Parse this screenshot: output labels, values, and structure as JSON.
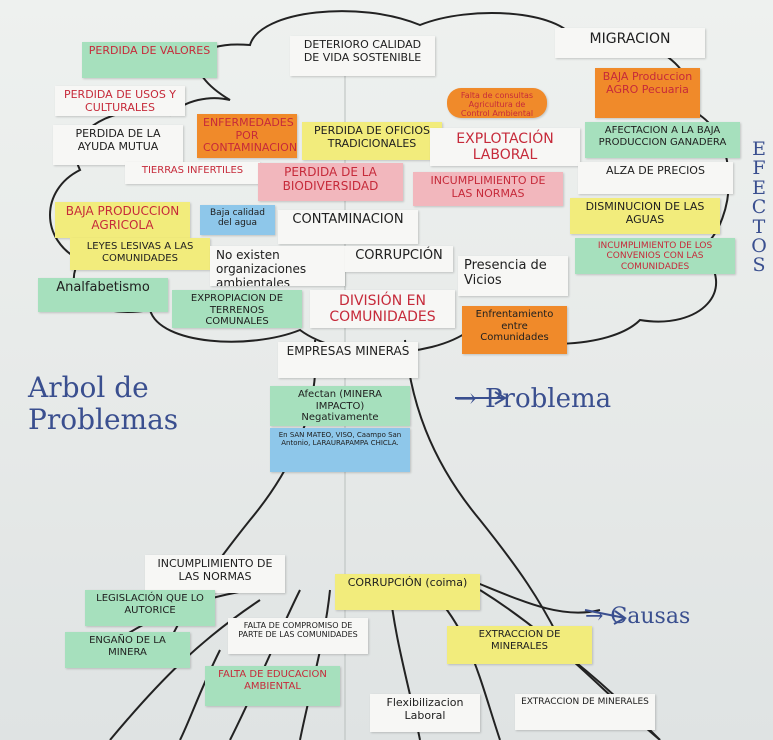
{
  "photo": {
    "tree_title": "Arbol de Problemas",
    "arrow_problema": "→ Problema",
    "arrow_causas": "→ Causas",
    "efectos": "EFECTOS"
  },
  "notes": {
    "perdida_valores": "PERDIDA DE VALORES",
    "deterioro": "DETERIORO CALIDAD DE VIDA SOSTENIBLE",
    "migracion": "MIGRACION",
    "perdida_usos": "PERDIDA DE USOS Y CULTURALES",
    "falta_consultas": "Falta de consultas Agricultura de Control Ambiental",
    "baja_produccion_agro": "BAJA Produccion AGRO Pecuaria",
    "perdida_ayuda": "PERDIDA DE LA AYUDA MUTUA",
    "enfermedades": "ENFERMEDADES POR CONTAMINACION",
    "perdida_oficios": "PERDIDA DE OFICIOS TRADICIONALES",
    "explotacion": "EXPLOTACIÓN LABORAL",
    "afectacion": "AFECTACION A LA BAJA PRODUCCION GANADERA",
    "tierras": "TIERRAS INFERTILES",
    "biodiversidad": "PERDIDA DE LA BIODIVERSIDAD",
    "incumplimiento_normas": "INCUMPLIMIENTO DE LAS NORMAS",
    "alza_precios": "ALZA DE PRECIOS",
    "baja_agricola": "BAJA PRODUCCION AGRICOLA",
    "baja_calidad": "Baja calidad del agua",
    "contaminacion": "CONTAMINACION",
    "disminucion": "DISMINUCION DE LAS AGUAS",
    "leyes": "LEYES LESIVAS A LAS COMUNIDADES",
    "incumplimiento_convenios": "INCUMPLIMIENTO DE LOS CONVENIOS CON LAS COMUNIDADES",
    "no_existen": "No existen organizaciones ambientales",
    "corrupcion_top": "CORRUPCIÓN",
    "presencia": "Presencia de Vicios",
    "analfabetismo": "Analfabetismo",
    "expropiacion": "EXPROPIACION DE TERRENOS COMUNALES",
    "division": "DIVISIÓN EN COMUNIDADES",
    "enfrentamiento": "Enfrentamiento entre Comunidades",
    "empresas": "EMPRESAS MINERAS",
    "afectan": "Afectan (MINERA IMPACTO) Negativamente",
    "san_mateo": "En SAN MATEO, VISO, Caampo San Antonio, LARAURAPAMPA CHICLA.",
    "incumplimiento_causas": "INCUMPLIMIENTO DE LAS NORMAS",
    "corrupcion_causas": "CORRUPCIÓN (coima)",
    "legislacion": "LEGISLACIÓN QUE LO AUTORICE",
    "falta_compromiso": "FALTA DE COMPROMISO DE PARTE DE LAS COMUNIDADES",
    "extraccion": "EXTRACCION DE MINERALES",
    "engano": "ENGAÑO DE LA MINERA",
    "falta_educacion": "FALTA DE EDUCACION AMBIENTAL",
    "flexibilizacion": "Flexibilizacion Laboral",
    "extraccion_minerales": "EXTRACCION DE MINERALES"
  },
  "colors": {
    "white": "#f7f7f5",
    "green": "#a6e0bd",
    "yellow": "#f2ec7c",
    "orange": "#f08a2a",
    "pink": "#f2b7bd",
    "blue": "#8ec7ea",
    "ink_red": "#c62a3a",
    "ink_blue": "#3a4f8f"
  }
}
